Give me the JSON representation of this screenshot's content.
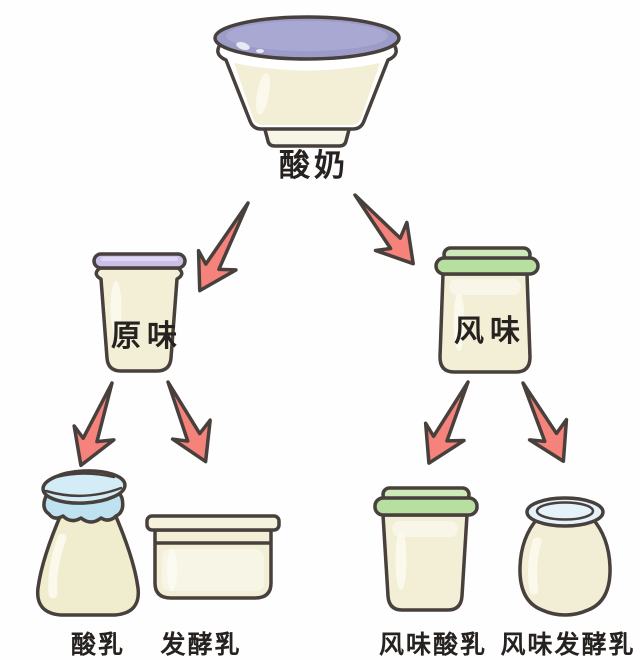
{
  "diagram": {
    "type": "tree",
    "root": {
      "id": "root",
      "label": "酸奶",
      "container": "yogurt-cup-with-lavender-foil-lid"
    },
    "branches": [
      {
        "id": "original",
        "label": "原味",
        "container": "cup-with-purple-lid",
        "children": [
          {
            "id": "sour_milk",
            "label": "酸乳",
            "container": "bottle-with-blue-cloth-cap"
          },
          {
            "id": "fermented_milk",
            "label": "发酵乳",
            "container": "rectangular-tub-with-lid"
          }
        ]
      },
      {
        "id": "flavored",
        "label": "风味",
        "container": "jar-with-green-lid",
        "children": [
          {
            "id": "flavored_sour_milk",
            "label": "风味酸乳",
            "container": "jar-with-green-lid"
          },
          {
            "id": "flavored_fermented_milk",
            "label": "风味发酵乳",
            "container": "round-pot-with-open-top"
          }
        ]
      }
    ],
    "arrows": [
      {
        "from": "root",
        "to": "original"
      },
      {
        "from": "root",
        "to": "flavored"
      },
      {
        "from": "original",
        "to": "sour_milk"
      },
      {
        "from": "original",
        "to": "fermented_milk"
      },
      {
        "from": "flavored",
        "to": "flavored_sour_milk"
      },
      {
        "from": "flavored",
        "to": "flavored_fermented_milk"
      }
    ]
  },
  "colors": {
    "outline": "#47403c",
    "arrow_fill": "#f5827b",
    "cream_body": "#f2efd6",
    "cream_highlight": "#fbf9ec",
    "lavender_lid": "#9d9cc8",
    "purple_lid": "#cabfe6",
    "green_lid": "#b7df9f",
    "green_lid_top": "#cdeab8",
    "blue_cloth": "#bfe2f0",
    "pot_opening": "#a6c0cb",
    "label_text": "#262220",
    "background": "#fefefe"
  }
}
